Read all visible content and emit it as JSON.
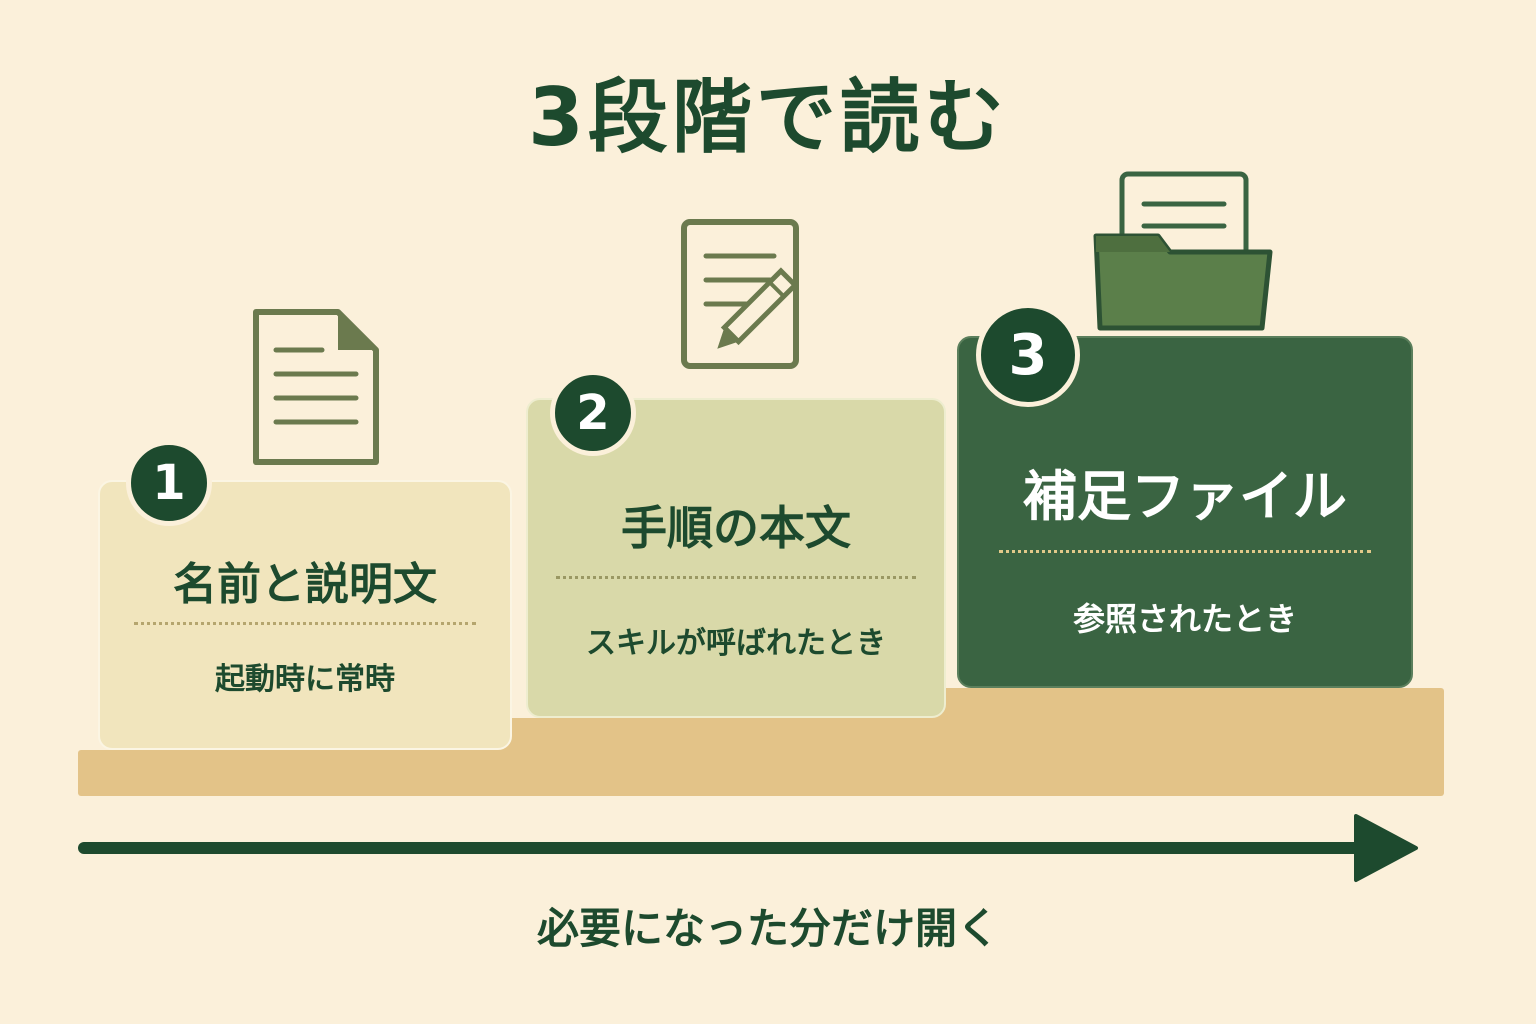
{
  "title": "3段階で読む",
  "steps": [
    {
      "number": "1",
      "title": "名前と説明文",
      "timing": "起動時に常時"
    },
    {
      "number": "2",
      "title": "手順の本文",
      "timing": "スキルが呼ばれたとき"
    },
    {
      "number": "3",
      "title": "補足ファイル",
      "timing": "参照されたとき"
    }
  ],
  "caption": "必要になった分だけ開く",
  "icons": [
    "document-icon",
    "edit-document-icon",
    "folder-icon"
  ],
  "colors": {
    "background": "#fbf0da",
    "primary": "#1d4a2e",
    "card1": "#f1e5bd",
    "card2": "#d9d9a9",
    "card3": "#3a6442",
    "step_base": "#e3c388"
  }
}
